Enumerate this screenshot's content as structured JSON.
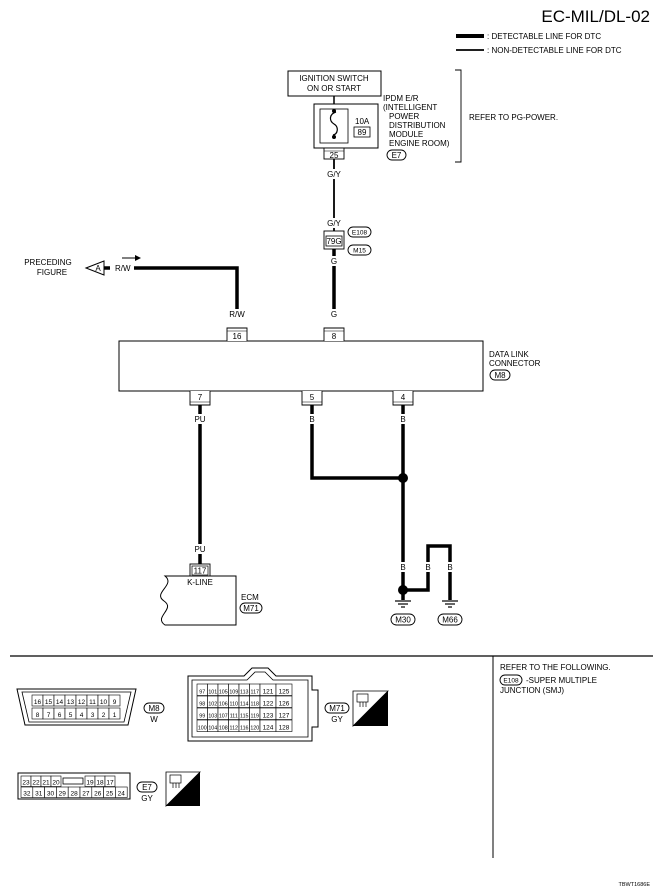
{
  "header": {
    "title": "EC-MIL/DL-02",
    "legend": {
      "detectable": ": DETECTABLE LINE FOR DTC",
      "non_detectable": ": NON-DETECTABLE LINE FOR DTC"
    }
  },
  "ignition": {
    "line1": "IGNITION SWITCH",
    "line2": "ON OR START"
  },
  "ipdm": {
    "lines": [
      "IPDM E/R",
      "(INTELLIGENT",
      "POWER",
      "DISTRIBUTION",
      "MODULE",
      "ENGINE ROOM)"
    ],
    "fuse_rating": "10A",
    "fuse_number": "89",
    "terminal": "25",
    "connector": "E7",
    "refer": "REFER TO PG-POWER."
  },
  "wires": {
    "gy_top": "G/Y",
    "gy_joint": "G/Y",
    "g_joint": "G",
    "g_dlc": "G",
    "rw_preceding": "R/W",
    "rw_dlc": "R/W",
    "pu_dlc": "PU",
    "pu_ecm": "PU",
    "b_pin5": "B",
    "b_pin4": "B",
    "b_g1": "B",
    "b_g2": "B",
    "b_g3": "B"
  },
  "joint": {
    "pin": "79G",
    "connector_top": "E108",
    "connector_bottom": "M15"
  },
  "preceding": {
    "line1": "PRECEDING",
    "line2": "FIGURE",
    "marker": "A"
  },
  "dlc": {
    "line1": "DATA LINK",
    "line2": "CONNECTOR",
    "connector": "M8",
    "pins": {
      "p16": "16",
      "p8": "8",
      "p7": "7",
      "p5": "5",
      "p4": "4"
    }
  },
  "ecm": {
    "pin": "117",
    "pin_label": "K-LINE",
    "name": "ECM",
    "connector": "M71"
  },
  "grounds": {
    "g1": "M30",
    "g2": "M66"
  },
  "connectors": {
    "m8": {
      "code": "M8",
      "color": "W",
      "row1": [
        "16",
        "15",
        "14",
        "13",
        "12",
        "11",
        "10",
        "9"
      ],
      "row2": [
        "8",
        "7",
        "6",
        "5",
        "4",
        "3",
        "2",
        "1"
      ]
    },
    "m71": {
      "code": "M71",
      "color": "GY",
      "hs": "H.S.",
      "rows": [
        [
          "97",
          "101",
          "105",
          "109",
          "113",
          "117",
          "121",
          "125"
        ],
        [
          "98",
          "102",
          "106",
          "110",
          "114",
          "118",
          "122",
          "126"
        ],
        [
          "99",
          "103",
          "107",
          "111",
          "115",
          "119",
          "123",
          "127"
        ],
        [
          "100",
          "104",
          "108",
          "112",
          "116",
          "120",
          "124",
          "128"
        ]
      ]
    },
    "e7": {
      "code": "E7",
      "color": "GY",
      "hs": "H.S.",
      "row1": [
        "23",
        "22",
        "21",
        "20",
        "",
        "19",
        "18",
        "17"
      ],
      "row2": [
        "32",
        "31",
        "30",
        "29",
        "28",
        "27",
        "26",
        "25",
        "24"
      ]
    }
  },
  "reference": {
    "line1": "REFER TO THE FOLLOWING.",
    "code": "E108",
    "line2": "-SUPER MULTIPLE",
    "line3": "JUNCTION (SMJ)"
  },
  "footer": {
    "code": "TBWT1686E"
  }
}
